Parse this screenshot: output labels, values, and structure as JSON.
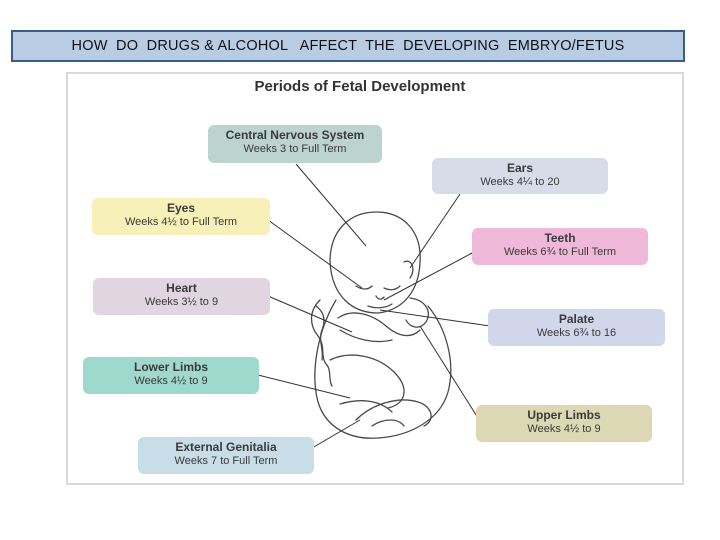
{
  "slide_title": "HOW  DO  DRUGS & ALCOHOL   AFFECT  THE  DEVELOPING  EMBRYO/FETUS",
  "figure_heading": "Periods of Fetal Development",
  "colors": {
    "title_bar_fill": "#b8cce4",
    "title_bar_border": "#385d8a",
    "cns": "#bcd3ce",
    "ears": "#d6dde8",
    "eyes": "#f7f0b8",
    "teeth": "#efb8d8",
    "heart": "#e0d5e1",
    "palate": "#d2d6ea",
    "lower_limbs": "#9fd8cd",
    "upper_limbs": "#ddd8b4",
    "external_genitalia": "#c8dde8"
  },
  "labels": {
    "cns": {
      "name": "Central Nervous System",
      "range": "Weeks 3 to Full Term"
    },
    "ears": {
      "name": "Ears",
      "range": "Weeks 4¼ to 20"
    },
    "eyes": {
      "name": "Eyes",
      "range": "Weeks 4½ to Full Term"
    },
    "teeth": {
      "name": "Teeth",
      "range": "Weeks 6¾ to Full Term"
    },
    "heart": {
      "name": "Heart",
      "range": "Weeks 3½ to 9"
    },
    "palate": {
      "name": "Palate",
      "range": "Weeks 6¾ to 16"
    },
    "lower_limbs": {
      "name": "Lower Limbs",
      "range": "Weeks 4½ to 9"
    },
    "upper_limbs": {
      "name": "Upper Limbs",
      "range": "Weeks 4½ to 9"
    },
    "external_genitalia": {
      "name": "External Genitalia",
      "range": "Weeks 7 to Full Term"
    }
  }
}
